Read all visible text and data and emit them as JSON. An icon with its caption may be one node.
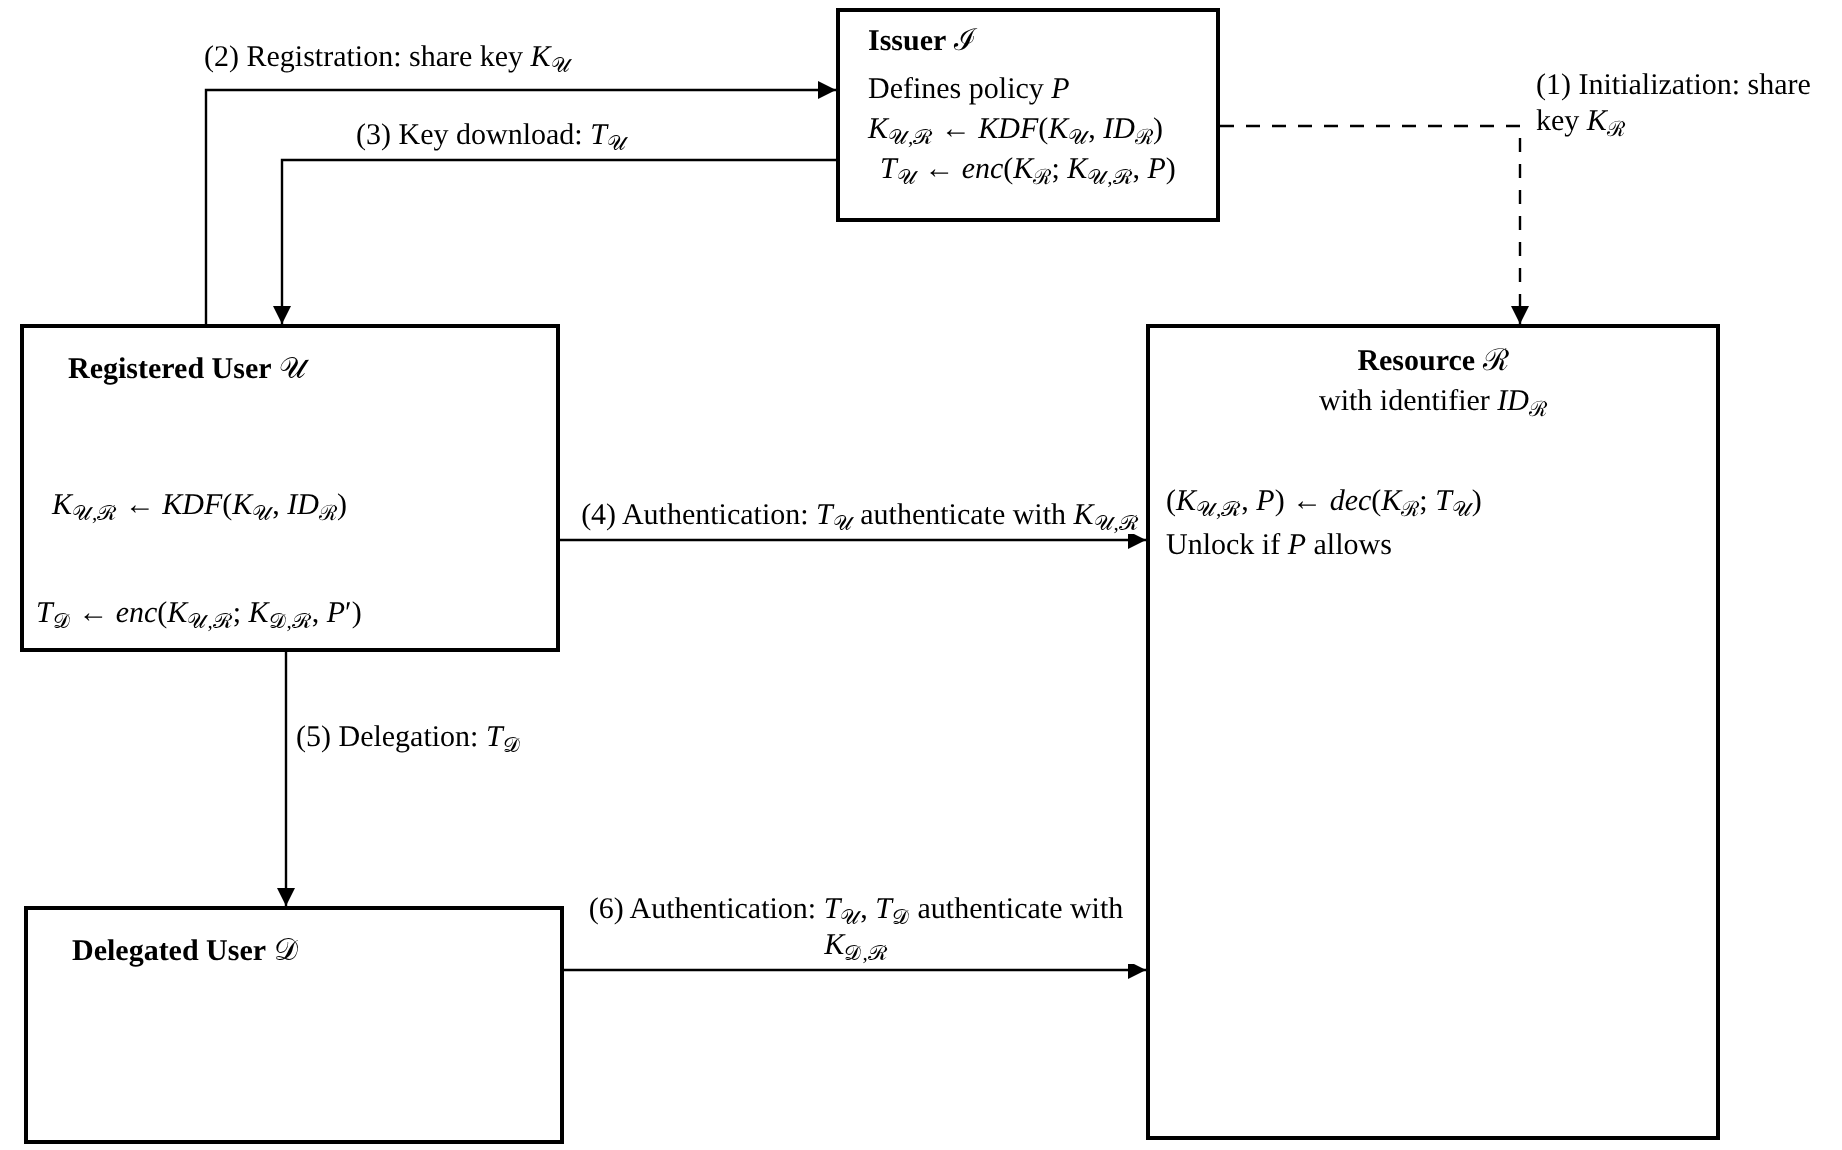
{
  "diagram": {
    "nodes": [
      {
        "text": [
          "**Issuer** ℐ",
          "Defines policy *P*",
          "*K*$_{𝒰,ℛ}$ ← *KDF*(*K*$_{𝒰}$, *ID*$_{ℛ}$)",
          "*T*$_{𝒰}$ ← *enc*(*K*$_{ℛ}$; *K*$_{𝒰,ℛ}$, *P*)"
        ]
      },
      {
        "text": [
          "**Registered User** 𝒰",
          "*K*$_{𝒰,ℛ}$ ← *KDF*(*K*$_{𝒰}$, *ID*$_{ℛ}$)",
          "*T*$_{𝒟}$ ← *enc*(*K*$_{𝒰,ℛ}$; *K*$_{𝒟,ℛ}$, *P*′)"
        ]
      },
      {
        "text": [
          "**Resource** ℛ",
          "with identifier *ID*$_{ℛ}$",
          "(*K*$_{𝒰,ℛ}$, *P*) ← *dec*(*K*$_{ℛ}$; *T*$_{𝒰}$)",
          "Unlock if *P* allows"
        ]
      },
      {
        "text": [
          "**Delegated User** 𝒟"
        ]
      }
    ],
    "edges": [
      {
        "from": 0,
        "to": 2,
        "arrow": "to",
        "style": "dashed",
        "label": "(1) Initialization: share key *K*$_{ℛ}$"
      },
      {
        "from": 1,
        "to": 0,
        "arrow": "to",
        "label": "(2) Registration: share key *K*$_{𝒰}$"
      },
      {
        "from": 0,
        "to": 1,
        "arrow": "to",
        "label": "(3) Key download: *T*$_{𝒰}$"
      },
      {
        "from": 1,
        "to": 2,
        "arrow": "to",
        "label": "(4) Authentication: *T*$_{𝒰}$ authenticate with *K*$_{𝒰,ℛ}$"
      },
      {
        "from": 1,
        "to": 3,
        "arrow": "to",
        "label": "(5) Delegation: *T*$_{𝒟}$"
      },
      {
        "from": 3,
        "to": 2,
        "arrow": "to",
        "label": "(6) Authentication: *T*$_{𝒰}$, *T*$_{𝒟}$ authenticate with *K*$_{𝒟,ℛ}$"
      }
    ]
  }
}
